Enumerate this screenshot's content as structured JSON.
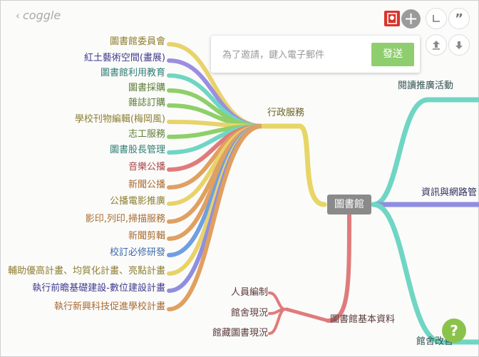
{
  "app": {
    "brand": "coggle"
  },
  "invite": {
    "placeholder": "為了邀請，鍵入電子郵件",
    "send_label": "發送"
  },
  "toolbar": {
    "history_icon": "clock-icon",
    "comment_icon": "quote-icon",
    "upload_icon": "upload-icon",
    "download_icon": "download-icon"
  },
  "map": {
    "root": "圖書館",
    "branch_admin": "行政服務",
    "admin_items": [
      "圖書館委員會",
      "紅土藝術空間(畫展)",
      "圖書館利用教育",
      "圖書採購",
      "雜誌訂購",
      "學校刊物編輯(梅岡風)",
      "志工服務",
      "圖書股長管理",
      "音樂公播",
      "新聞公播",
      "公播電影推廣",
      "影印,列印,掃描服務",
      "新聞剪輯",
      "校訂必修研發",
      "均質化計畫、亮點計畫",
      "執行前瞻基礎建設-數位建設計畫",
      "執行新興科技促進學校計畫"
    ],
    "admin_item_14_prefix": "輔助優高計畫、",
    "branch_basic": "圖書館基本資料",
    "basic_items": [
      "人員編制",
      "館舍現況",
      "館藏圖書現況"
    ],
    "branch_reading": "閱讀推廣活動",
    "branch_network": "資訊與網路管",
    "branch_building": "館舍改善"
  },
  "colors": {
    "admin_branch": "#e7d665",
    "basic_branch": "#e07b7b",
    "reading_branch": "#6fd6c3",
    "network_branch": "#8f8ee0",
    "send_button": "#8fce6e",
    "help_button": "#8bc34a"
  },
  "help": {
    "label": "?"
  }
}
